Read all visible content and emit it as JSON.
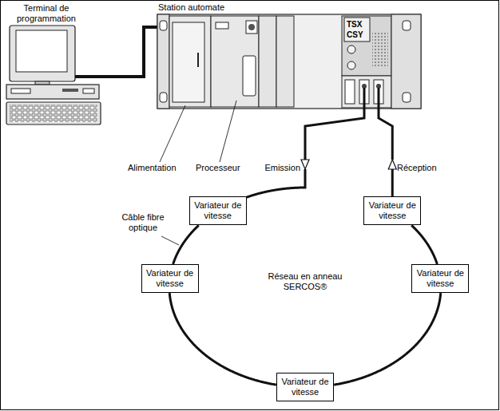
{
  "diagram": {
    "nodes": [
      {
        "text": [
          "Variateur de vitesse"
        ]
      },
      {
        "text": [
          "Variateur de vitesse"
        ]
      },
      {
        "text": [
          "Variateur de vitesse"
        ]
      },
      {
        "text": [
          "Variateur de vitesse"
        ]
      },
      {
        "text": [
          "Variateur de vitesse"
        ]
      }
    ],
    "edges": [
      {
        "from": 0,
        "to": 2,
        "arrow": "none"
      },
      {
        "from": 2,
        "to": 4,
        "arrow": "none"
      },
      {
        "from": 4,
        "to": 3,
        "arrow": "none"
      },
      {
        "from": 3,
        "to": 1,
        "arrow": "none"
      }
    ],
    "labels": [
      "Terminal de programmation",
      "Station automate",
      "TSX",
      "CSY",
      "Alimentation",
      "Processeur",
      "Emission",
      "Réception",
      "Câble fibre optique",
      "Réseau en anneau SERCOS®"
    ]
  }
}
